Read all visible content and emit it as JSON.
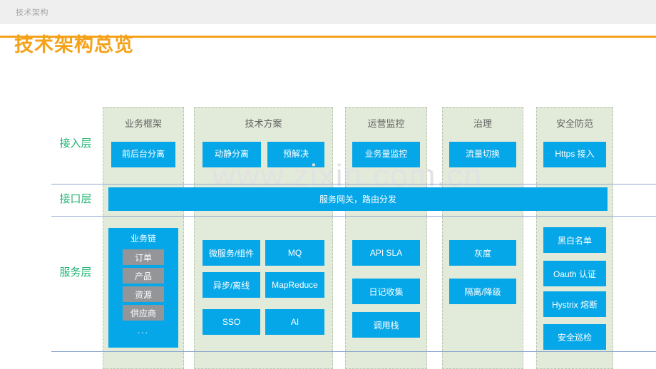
{
  "header": {
    "breadcrumb": "技术架构",
    "title": "技术架构总览",
    "accent_color": "#f5a21b",
    "topbar_color": "#efefef"
  },
  "watermark": "www.zixin.com.cn",
  "palette": {
    "chip_blue": "#06a7e8",
    "column_green": "#e2ebd9",
    "row_label_green": "#22b573",
    "gray_item": "#939598",
    "separator_blue": "#8ea9d0"
  },
  "rows": [
    {
      "label": "接入层"
    },
    {
      "label": "接口层"
    },
    {
      "label": "服务层"
    }
  ],
  "columns": [
    {
      "head": "业务框架"
    },
    {
      "head": "技术方案"
    },
    {
      "head": "运营监控"
    },
    {
      "head": "治理"
    },
    {
      "head": "安全防范"
    }
  ],
  "access_layer": {
    "chips": [
      "前后台分离",
      "动静分离",
      "预解决",
      "业务量监控",
      "流量切换",
      "Https 接入"
    ]
  },
  "interface_layer": {
    "bar_label": "服务网关，路由分发"
  },
  "service_layer": {
    "business_chain": {
      "title": "业务链",
      "items": [
        "订单",
        "产品",
        "资源",
        "供应商"
      ],
      "more": "..."
    },
    "tech_solution": [
      "微服务/组件",
      "MQ",
      "异步/离线",
      "MapReduce",
      "SSO",
      "AI"
    ],
    "ops_monitor": [
      "API SLA",
      "日记收集",
      "调用栈"
    ],
    "governance": [
      "灰度",
      "隔离/降级"
    ],
    "security": [
      "黑白名单",
      "Oauth 认证",
      "Hystrix 熔断",
      "安全巡检"
    ]
  }
}
